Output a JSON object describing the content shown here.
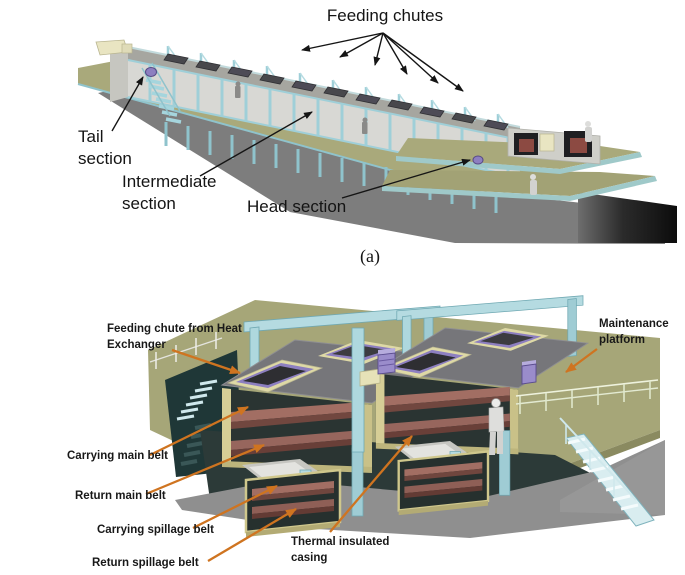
{
  "figure": {
    "panel_a": {
      "caption": "(a)",
      "labels": {
        "feeding_chutes": "Feeding chutes",
        "tail_section": "Tail section",
        "intermediate_section": "Intermediate section",
        "head_section": "Head section"
      }
    },
    "panel_b": {
      "labels": {
        "feeding_chute_heat_exchanger": "Feeding chute from Heat Exchanger",
        "carrying_main_belt": "Carrying main belt",
        "return_main_belt": "Return main belt",
        "carrying_spillage_belt": "Carrying spillage belt",
        "return_spillage_belt": "Return spillage belt",
        "thermal_insulated_casing": "Thermal insulated casing",
        "maintenance_platform": "Maintenance platform"
      }
    },
    "colors": {
      "annotation_arrow_panel_a": "#151515",
      "annotation_arrow_panel_b": "#cf7420",
      "platform_olive": "#a9a97b",
      "frame_cyan": "#a5d5dd",
      "casing_gray": "#d8d8d4",
      "belt_maroon": "#a26e63",
      "motor_purple": "#9a8ccb"
    }
  }
}
